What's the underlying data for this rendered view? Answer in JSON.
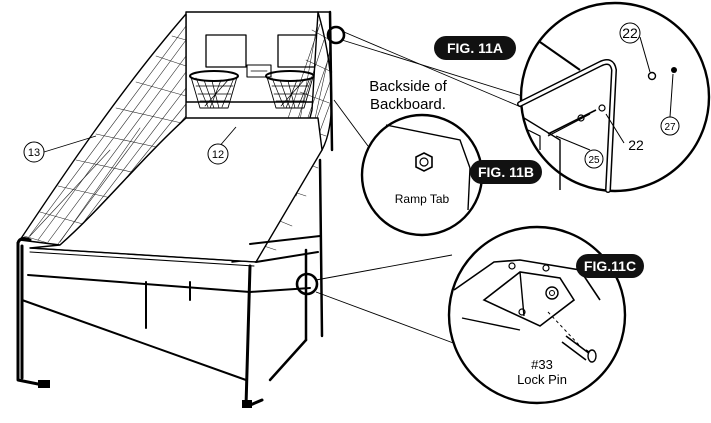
{
  "figure_labels": {
    "fig_11a": "FIG. 11A",
    "fig_11b": "FIG. 11B",
    "fig_11c": "FIG.11C"
  },
  "callouts": {
    "part_13": "13",
    "part_12": "12",
    "detail_a_22_top": "22",
    "detail_a_22_bottom": "22",
    "detail_a_27": "27",
    "detail_a_25": "25"
  },
  "notes": {
    "backside_line1": "Backside of",
    "backside_line2": "Backboard.",
    "ramp_tab": "Ramp Tab",
    "lock_pin_line1": "#33",
    "lock_pin_line2": "Lock Pin"
  },
  "colors": {
    "ink": "#000000",
    "paper": "#ffffff",
    "label_fill": "#111111",
    "label_text": "#ffffff"
  }
}
